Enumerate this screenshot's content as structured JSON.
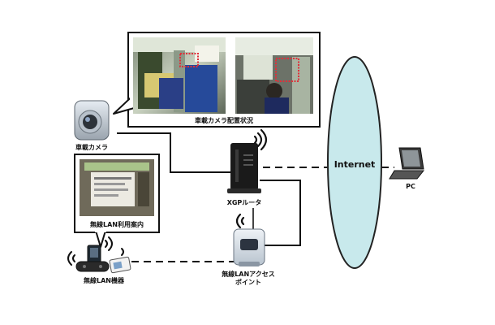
{
  "camera_layout": {
    "caption": "車載カメラ配置状況"
  },
  "nodes": {
    "camera_label": "車載カメラ",
    "router_label": "XGPルータ",
    "ap_label_line1": "無線LANアクセス",
    "ap_label_line2": "ポイント",
    "internet_label": "Internet",
    "pc_label": "PC",
    "guide_caption": "無線LAN利用案内",
    "devices_label": "無線LAN機器"
  },
  "colors": {
    "internet_fill": "#c8e9ec",
    "highlight_box": "#e0303a",
    "line": "#111111"
  }
}
